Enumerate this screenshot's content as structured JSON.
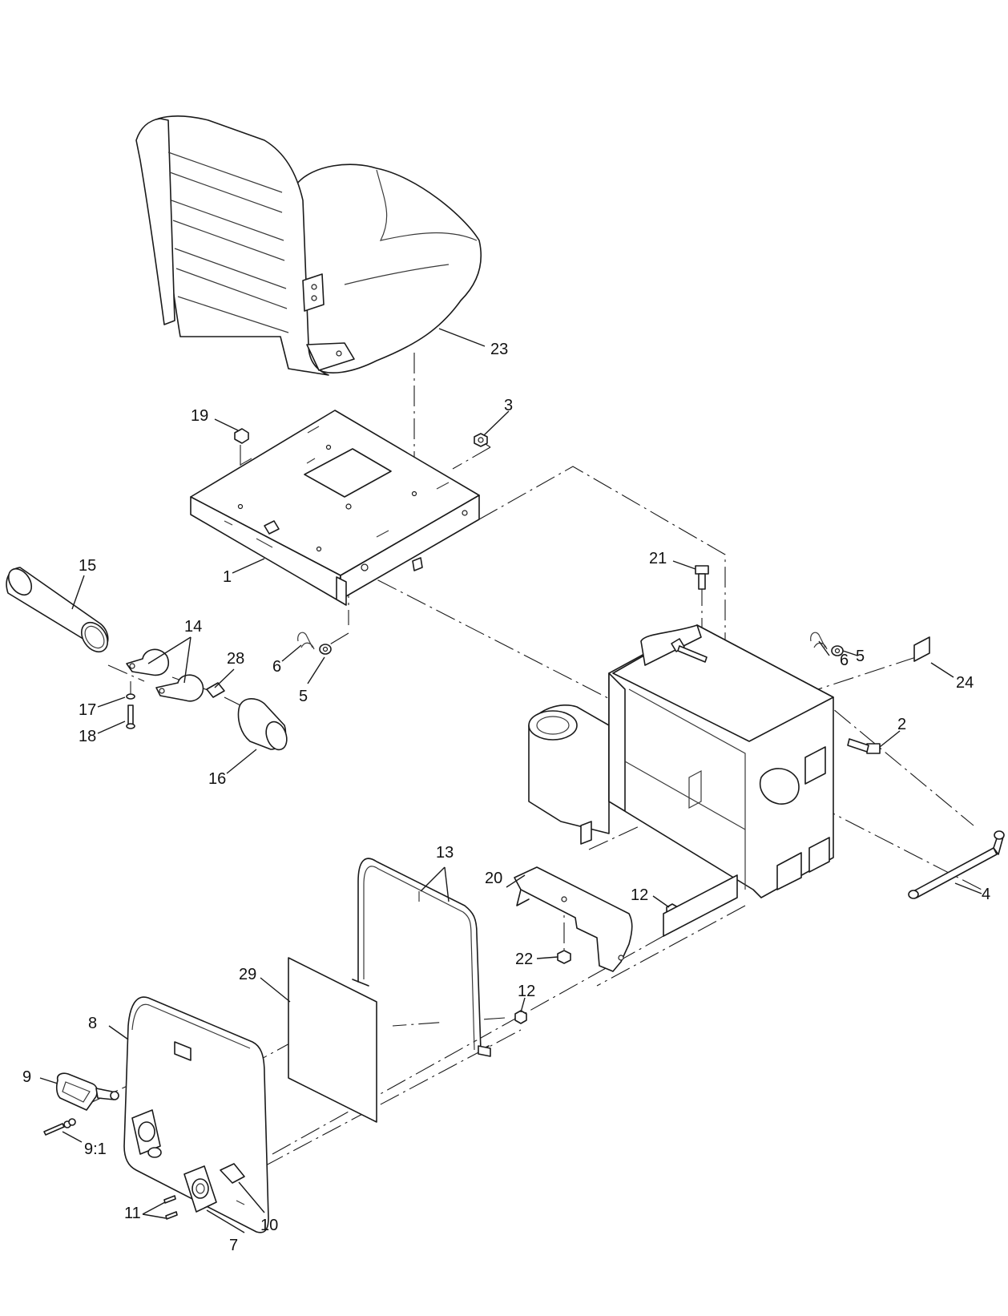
{
  "callouts": [
    {
      "id": "c23",
      "label": "23"
    },
    {
      "id": "c19",
      "label": "19"
    },
    {
      "id": "c3",
      "label": "3"
    },
    {
      "id": "c1",
      "label": "1"
    },
    {
      "id": "c15",
      "label": "15"
    },
    {
      "id": "c14",
      "label": "14"
    },
    {
      "id": "c28",
      "label": "28"
    },
    {
      "id": "c6a",
      "label": "6"
    },
    {
      "id": "c5a",
      "label": "5"
    },
    {
      "id": "c17",
      "label": "17"
    },
    {
      "id": "c18",
      "label": "18"
    },
    {
      "id": "c16",
      "label": "16"
    },
    {
      "id": "c21",
      "label": "21"
    },
    {
      "id": "c6b",
      "label": "6"
    },
    {
      "id": "c5b",
      "label": "5"
    },
    {
      "id": "c24",
      "label": "24"
    },
    {
      "id": "c2",
      "label": "2"
    },
    {
      "id": "c4",
      "label": "4"
    },
    {
      "id": "c13",
      "label": "13"
    },
    {
      "id": "c20",
      "label": "20"
    },
    {
      "id": "c12a",
      "label": "12"
    },
    {
      "id": "c22",
      "label": "22"
    },
    {
      "id": "c29",
      "label": "29"
    },
    {
      "id": "c12b",
      "label": "12"
    },
    {
      "id": "c8",
      "label": "8"
    },
    {
      "id": "c9",
      "label": "9"
    },
    {
      "id": "c91",
      "label": "9:1"
    },
    {
      "id": "c11",
      "label": "11"
    },
    {
      "id": "c10",
      "label": "10"
    },
    {
      "id": "c7",
      "label": "7"
    }
  ]
}
